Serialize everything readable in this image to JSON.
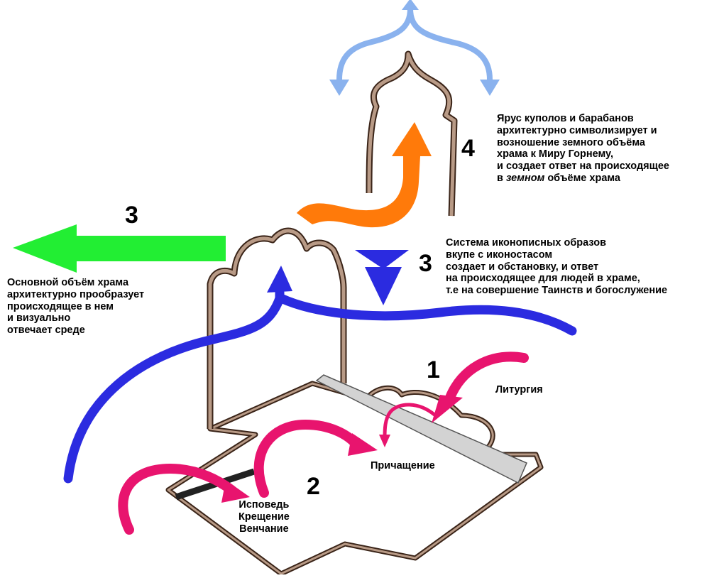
{
  "numbers": {
    "n1": "1",
    "n2": "2",
    "n3_left": "3",
    "n3_right": "3",
    "n4": "4"
  },
  "text_tier": {
    "lines": [
      "Ярус куполов и барабанов",
      "архитектурно символизирует и",
      "возношение земного объёма",
      "храма к Миру Горнему,",
      "и создает ответ на происходящее"
    ],
    "last_prefix": "в ",
    "last_italic": "земном",
    "last_suffix": " объёме храма"
  },
  "text_iconography": {
    "lines": [
      "Система иконописных образов",
      "вкупе с иконостасом",
      "создает и обстановку, и ответ",
      "на происходящее для людей в храме,",
      "т.е на совершение Таинств и богослужение"
    ]
  },
  "text_main_volume": {
    "lines": [
      "Основной объём храма",
      "архитектурно прообразует",
      "происходящее в нем",
      "и визуально",
      "отвечает среде"
    ]
  },
  "labels": {
    "liturgy": "Литургия",
    "communion": "Причащение",
    "sacraments": [
      "Исповедь",
      "Крещение",
      "Венчание"
    ]
  },
  "colors": {
    "wall_fill": "#b89a86",
    "wall_edge": "#3a2418",
    "iconostasis": "#d3d3d3",
    "arrow_pink": "#e8146e",
    "arrow_blue": "#2b2be0",
    "arrow_light_blue": "#8ab2ee",
    "arrow_orange": "#ff7a0a",
    "arrow_green": "#22ee33"
  }
}
